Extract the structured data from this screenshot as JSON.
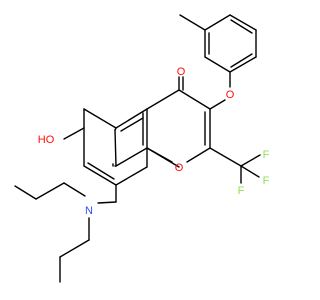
{
  "atoms": {
    "oxo_o": {
      "text": "O",
      "color": "#ff0d0d"
    },
    "ether_o": {
      "text": "O",
      "color": "#ff0d0d"
    },
    "ring_o": {
      "text": "O",
      "color": "#ff0d0d"
    },
    "hydroxy": {
      "text": "HO",
      "color": "#ff0d0d"
    },
    "amine_n": {
      "text": "N",
      "color": "#3050f8"
    },
    "f1": {
      "text": "F",
      "color": "#90e050"
    },
    "f2": {
      "text": "F",
      "color": "#90e050"
    },
    "f3": {
      "text": "F",
      "color": "#90e050"
    }
  }
}
